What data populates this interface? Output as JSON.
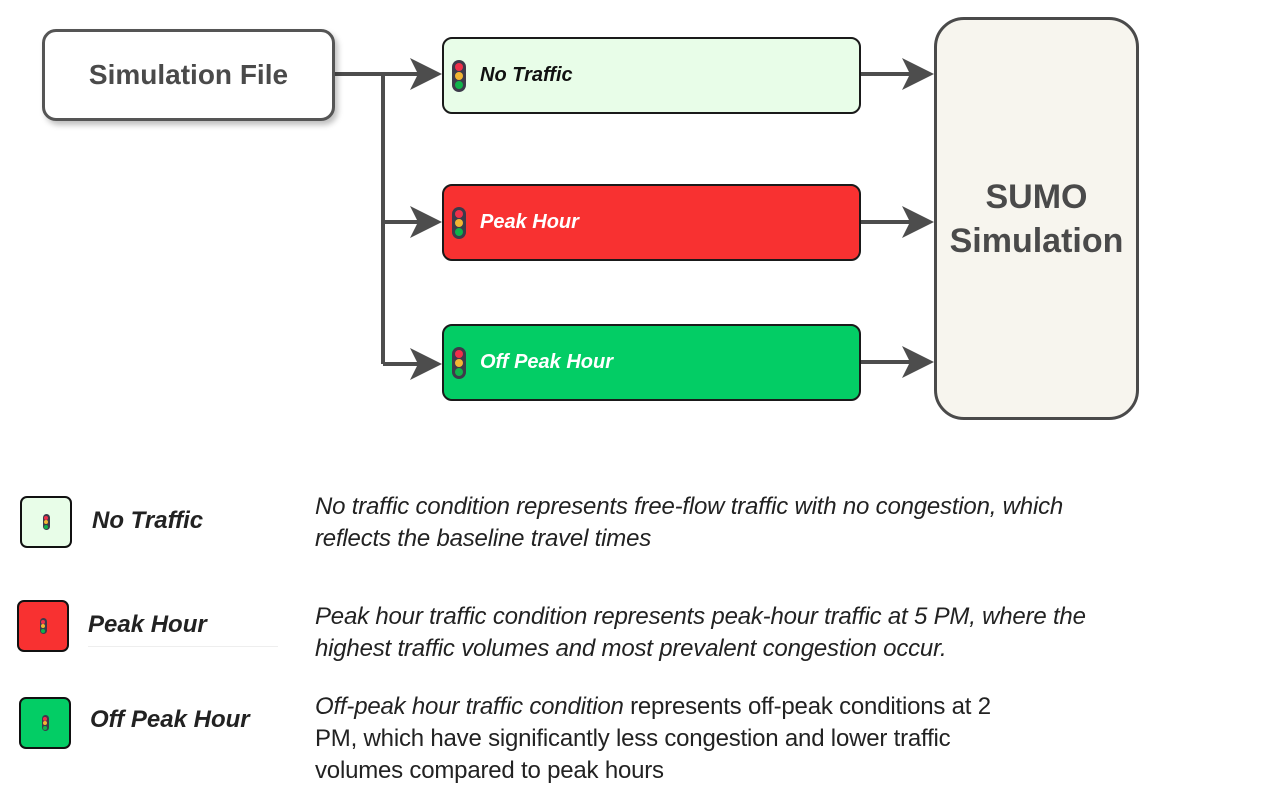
{
  "diagram": {
    "source": {
      "label": "Simulation File"
    },
    "conditions": [
      {
        "label": "No Traffic",
        "icon": "traffic-light-icon",
        "color": "#e8fde8"
      },
      {
        "label": "Peak Hour",
        "icon": "traffic-light-icon",
        "color": "#f83131"
      },
      {
        "label": "Off Peak Hour",
        "icon": "traffic-light-icon",
        "color": "#03cd65"
      }
    ],
    "target": {
      "line1": "SUMO",
      "line2": "Simulation"
    },
    "edges": [
      {
        "from": "Simulation File",
        "to": "No Traffic"
      },
      {
        "from": "Simulation File",
        "to": "Peak Hour"
      },
      {
        "from": "Simulation File",
        "to": "Off Peak Hour"
      },
      {
        "from": "No Traffic",
        "to": "SUMO Simulation"
      },
      {
        "from": "Peak Hour",
        "to": "SUMO Simulation"
      },
      {
        "from": "Off Peak Hour",
        "to": "SUMO Simulation"
      }
    ]
  },
  "legend": [
    {
      "name": "No Traffic",
      "color": "#e8fde8",
      "desc_line1": "No traffic condition represents free-flow traffic with no congestion, which",
      "desc_line2": "reflects the baseline travel times"
    },
    {
      "name": "Peak Hour",
      "color": "#f83131",
      "desc_line1": "Peak hour traffic condition represents peak-hour traffic at 5 PM, where the",
      "desc_line2": "highest traffic volumes and most prevalent congestion occur."
    },
    {
      "name": "Off Peak Hour",
      "color": "#03cd65",
      "desc_italic": "Off-peak hour traffic condition",
      "desc_line1_rest": " represents off-peak conditions at 2",
      "desc_line2": "PM, which have significantly less congestion and lower traffic",
      "desc_line3": "volumes compared to peak hours"
    }
  ]
}
